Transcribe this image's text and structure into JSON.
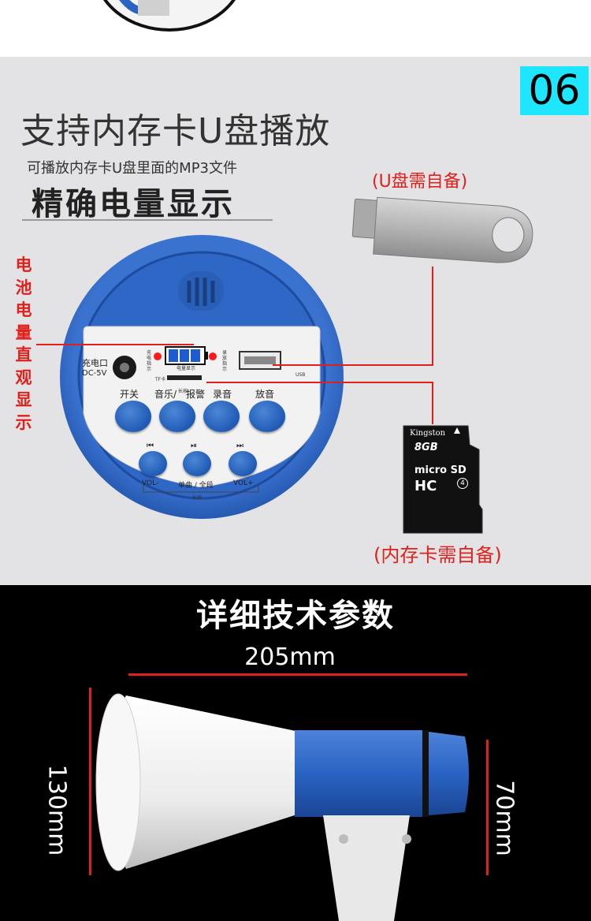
{
  "badge_number": "06",
  "headline": "支持内存卡U盘播放",
  "subheadline": "可播放内存卡U盘里面的MP3文件",
  "battery_heading": "精确电量显示",
  "battery_vertical_note": "电池电量直观显示",
  "udisk_note": "(U盘需自备)",
  "sd_note": "(内存卡需自备)",
  "sd_card": {
    "brand": "Kingston",
    "capacity": "8GB",
    "class_mark": "4"
  },
  "panel": {
    "charge_port": "充电口",
    "voltage": "DC-5V",
    "charge_indicator": "充电指示",
    "battery_display": "电量显示",
    "record_indicator": "录放指示",
    "tf_slot": "TF卡",
    "usb": "USB",
    "buttons_top": [
      "开关",
      "音乐/",
      "报警",
      "录音",
      "放音"
    ],
    "music_small": "长按",
    "buttons_bottom_icons": [
      "⏮",
      "⏯",
      "⏭"
    ],
    "vol_minus": "VOL-",
    "single_all": "单曲 / 全段",
    "vol_plus": "VOL+",
    "long_press": "长按"
  },
  "params_title": "详细技术参数",
  "dimensions": {
    "width": "205mm",
    "height": "130mm",
    "diameter": "70mm"
  },
  "colors": {
    "accent_red": "#e0211b",
    "badge_cyan": "#1ee6ff",
    "device_blue": "#2a63c4",
    "panel_grey": "#e3e3e5"
  }
}
